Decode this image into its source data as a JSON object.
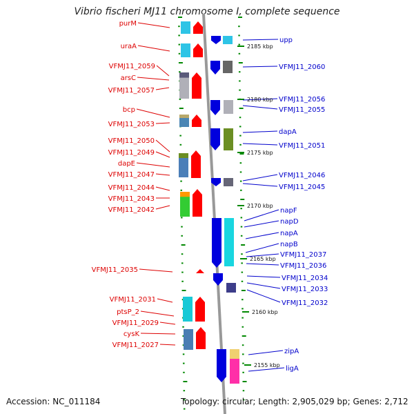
{
  "title": "Vibrio fischeri MJ11 chromosome I, complete sequence",
  "footer": {
    "accession": "Accession: NC_011184",
    "summary": "Topology: circular; Length: 2,905,029 bp; Genes: 2,712"
  },
  "colors": {
    "left_label": "#dd0000",
    "right_label": "#0000cc",
    "backbone": "#999999",
    "tick": "#008800"
  },
  "scale_labels": [
    "2185 kbp",
    "2180 kbp",
    "2175 kbp",
    "2170 kbp",
    "2165 kbp",
    "2160 kbp",
    "2155 kbp"
  ],
  "left_genes": [
    "purM",
    "uraA",
    "VFMJ11_2059",
    "arsC",
    "VFMJ11_2057",
    "bcp",
    "VFMJ11_2053",
    "VFMJ11_2050",
    "VFMJ11_2049",
    "dapE",
    "VFMJ11_2047",
    "VFMJ11_2044",
    "VFMJ11_2043",
    "VFMJ11_2042",
    "VFMJ11_2035",
    "VFMJ11_2031",
    "ptsP_2",
    "VFMJ11_2029",
    "cysK",
    "VFMJ11_2027"
  ],
  "right_genes": [
    "upp",
    "VFMJ11_2060",
    "VFMJ11_2056",
    "VFMJ11_2055",
    "dapA",
    "VFMJ11_2051",
    "VFMJ11_2046",
    "VFMJ11_2045",
    "napF",
    "napD",
    "napA",
    "napB",
    "VFMJ11_2037",
    "VFMJ11_2036",
    "VFMJ11_2034",
    "VFMJ11_2033",
    "VFMJ11_2032",
    "zipA",
    "ligA"
  ]
}
